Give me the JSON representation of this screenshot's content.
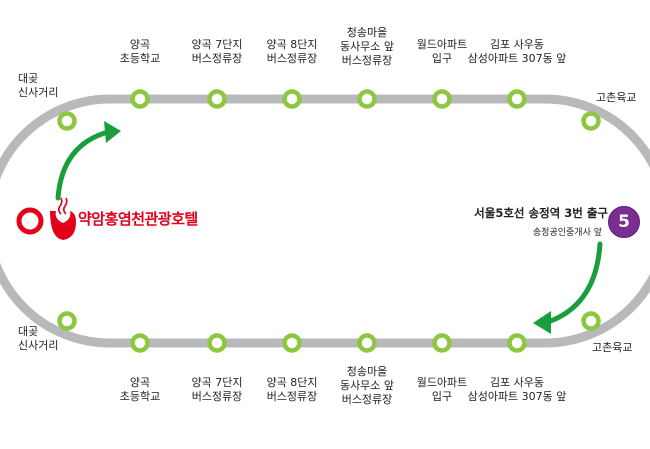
{
  "colors": {
    "track": "#b7b9bb",
    "stop_fill": "#ffffff",
    "stop_ring": "#8dc63f",
    "arrow": "#1a9e3c",
    "terminal": "#e2001a",
    "subway_line5": "#7b2d91"
  },
  "terminal": {
    "name": "약암홍염천관광호텔",
    "logo_icon": "hot-spring-icon"
  },
  "subway": {
    "line_number": "5",
    "station_main": "서울5호선 송정역 3번 출구",
    "station_sub": "송정공인중개사 앞"
  },
  "top_stops": [
    {
      "lines": [
        "대곶",
        "신사거리"
      ]
    },
    {
      "lines": [
        "양곡",
        "초등학교"
      ]
    },
    {
      "lines": [
        "양곡 7단지",
        "버스정류장"
      ]
    },
    {
      "lines": [
        "양곡 8단지",
        "버스정류장"
      ]
    },
    {
      "lines": [
        "청송마을",
        "동사무소 앞",
        "버스정류장"
      ]
    },
    {
      "lines": [
        "월드아파트",
        "입구"
      ]
    },
    {
      "lines": [
        "김포 사우동",
        "삼성아파트 307동 앞"
      ]
    },
    {
      "lines": [
        "고촌육교"
      ]
    }
  ],
  "bottom_stops": [
    {
      "lines": [
        "대곶",
        "신사거리"
      ]
    },
    {
      "lines": [
        "양곡",
        "초등학교"
      ]
    },
    {
      "lines": [
        "양곡 7단지",
        "버스정류장"
      ]
    },
    {
      "lines": [
        "양곡 8단지",
        "버스정류장"
      ]
    },
    {
      "lines": [
        "청송마을",
        "동사무소 앞",
        "버스정류장"
      ]
    },
    {
      "lines": [
        "월드아파트",
        "입구"
      ]
    },
    {
      "lines": [
        "김포 사우동",
        "삼성아파트 307동 앞"
      ]
    },
    {
      "lines": [
        "고촌육교"
      ]
    }
  ]
}
